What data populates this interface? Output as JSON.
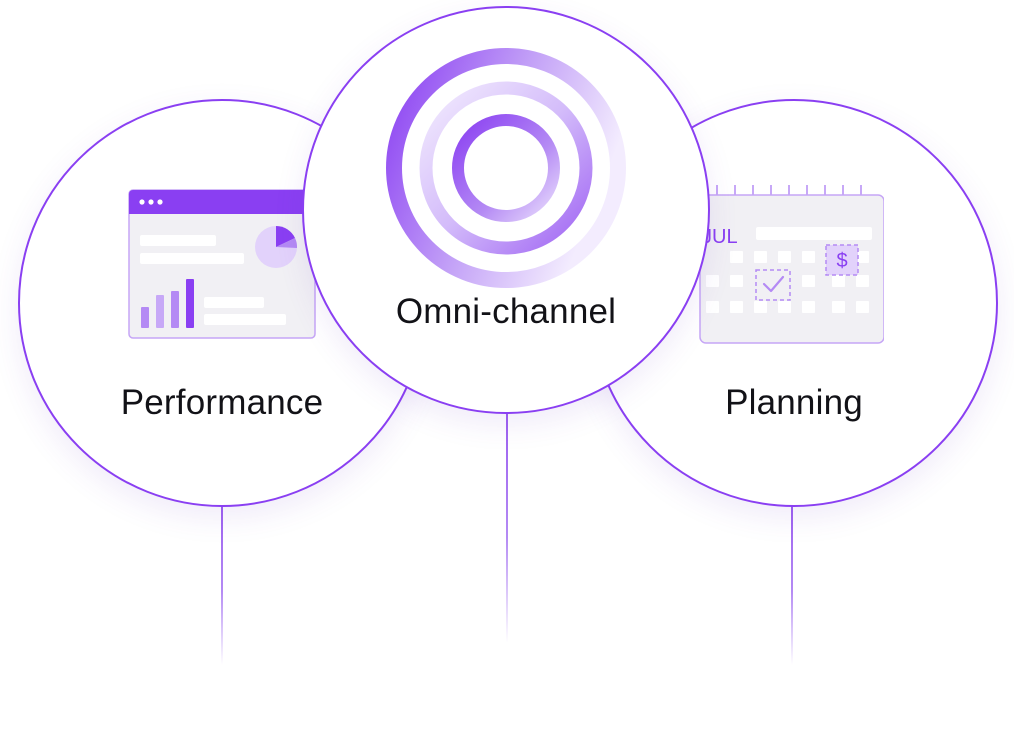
{
  "diagram": {
    "nodes": [
      {
        "id": "performance",
        "label": "Performance",
        "icon": "dashboard-chart-icon"
      },
      {
        "id": "omni",
        "label": "Omni-channel",
        "icon": "concentric-rings-icon"
      },
      {
        "id": "planning",
        "label": "Planning",
        "icon": "calendar-icon"
      }
    ],
    "calendar_month": "JUL",
    "calendar_currency": "$"
  },
  "colors": {
    "accent": "#8a3ff2",
    "accent_light": "#c7a8f7",
    "text": "#121217",
    "panel": "#f1f0f4"
  }
}
